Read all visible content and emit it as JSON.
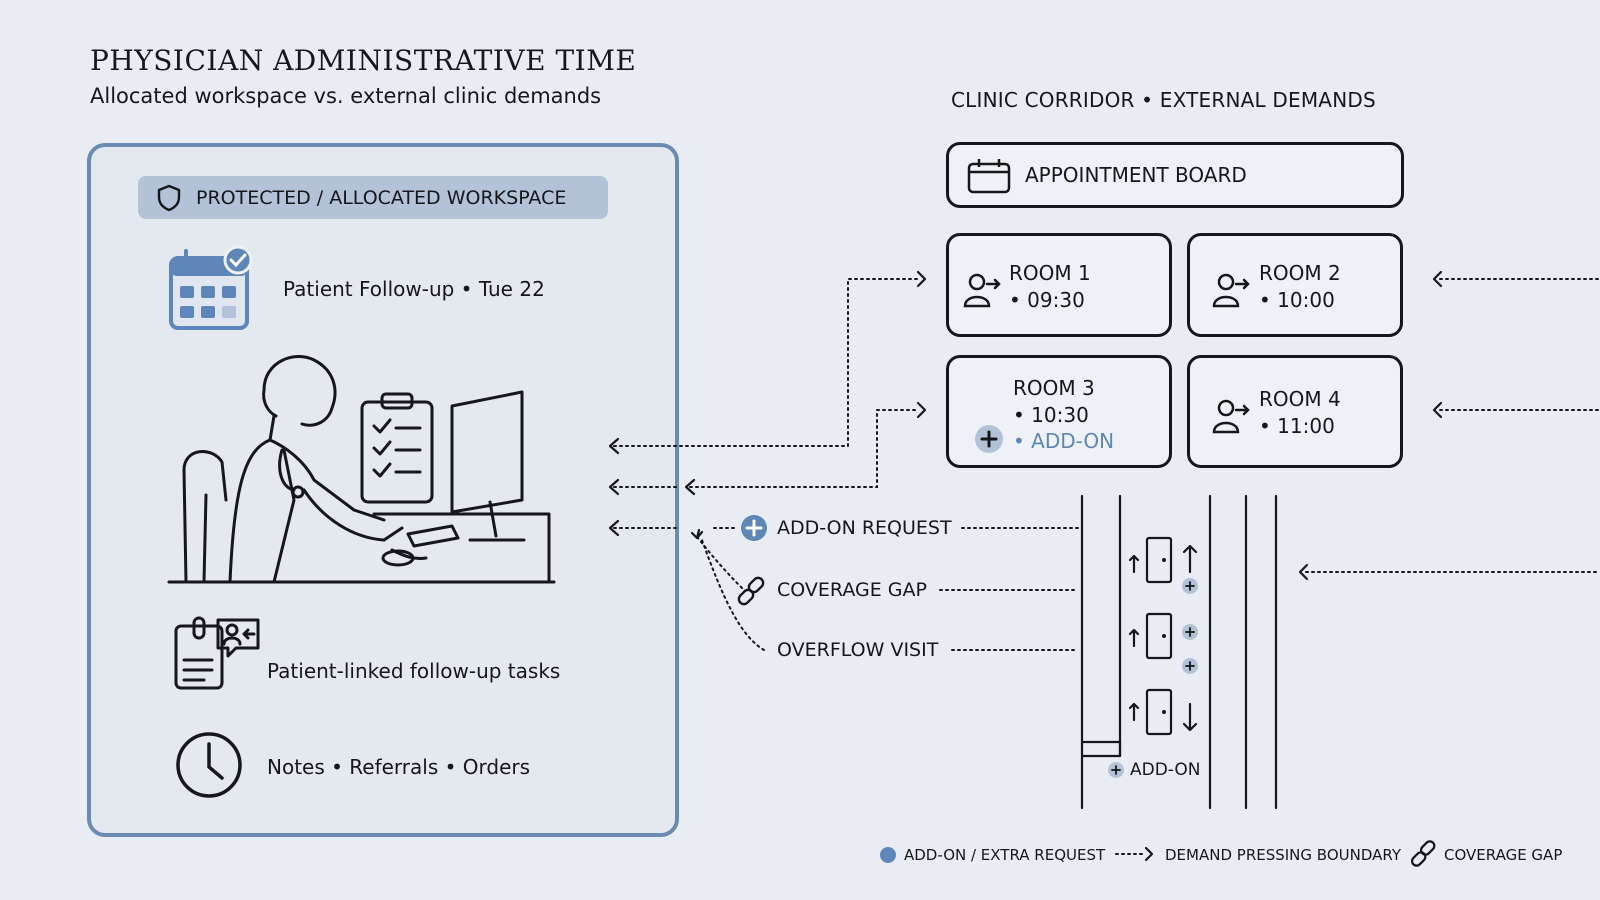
{
  "header": {
    "title": "PHYSICIAN ADMINISTRATIVE TIME",
    "subtitle": "Allocated workspace vs. external clinic demands"
  },
  "workspace": {
    "badge_label": "PROTECTED / ALLOCATED WORKSPACE",
    "appointment_label": "Patient Follow-up • Tue 22",
    "tasks_label": "Patient-linked follow-up tasks",
    "notes_label": "Notes • Referrals • Orders"
  },
  "corridor": {
    "title": "CLINIC CORRIDOR • EXTERNAL DEMANDS",
    "appointment_board": "APPOINTMENT BOARD",
    "rooms": [
      {
        "name": "ROOM 1",
        "time": "• 09:30"
      },
      {
        "name": "ROOM 2",
        "time": "• 10:00"
      },
      {
        "name": "ROOM 3",
        "time": "• 10:30",
        "extra": "• ADD-ON"
      },
      {
        "name": "ROOM 4",
        "time": "• 11:00"
      }
    ],
    "demands": [
      "ADD-ON REQUEST",
      "COVERAGE GAP",
      "OVERFLOW VISIT"
    ],
    "hallway_label": "ADD-ON"
  },
  "legend": {
    "addon": "ADD-ON / EXTRA REQUEST",
    "pressing": "DEMAND PRESSING BOUNDARY",
    "gap": "COVERAGE GAP"
  },
  "colors": {
    "accent": "#6b8bb4",
    "badge": "#b3c2d6",
    "addon_dot": "#5f86b8",
    "background": "#e9edf3"
  },
  "icons": [
    "shield-icon",
    "calendar-icon",
    "physician-illustration",
    "tasks-icon",
    "clock-icon",
    "board-icon",
    "person-enter-icon",
    "plus-icon",
    "link-icon",
    "door-icon"
  ]
}
